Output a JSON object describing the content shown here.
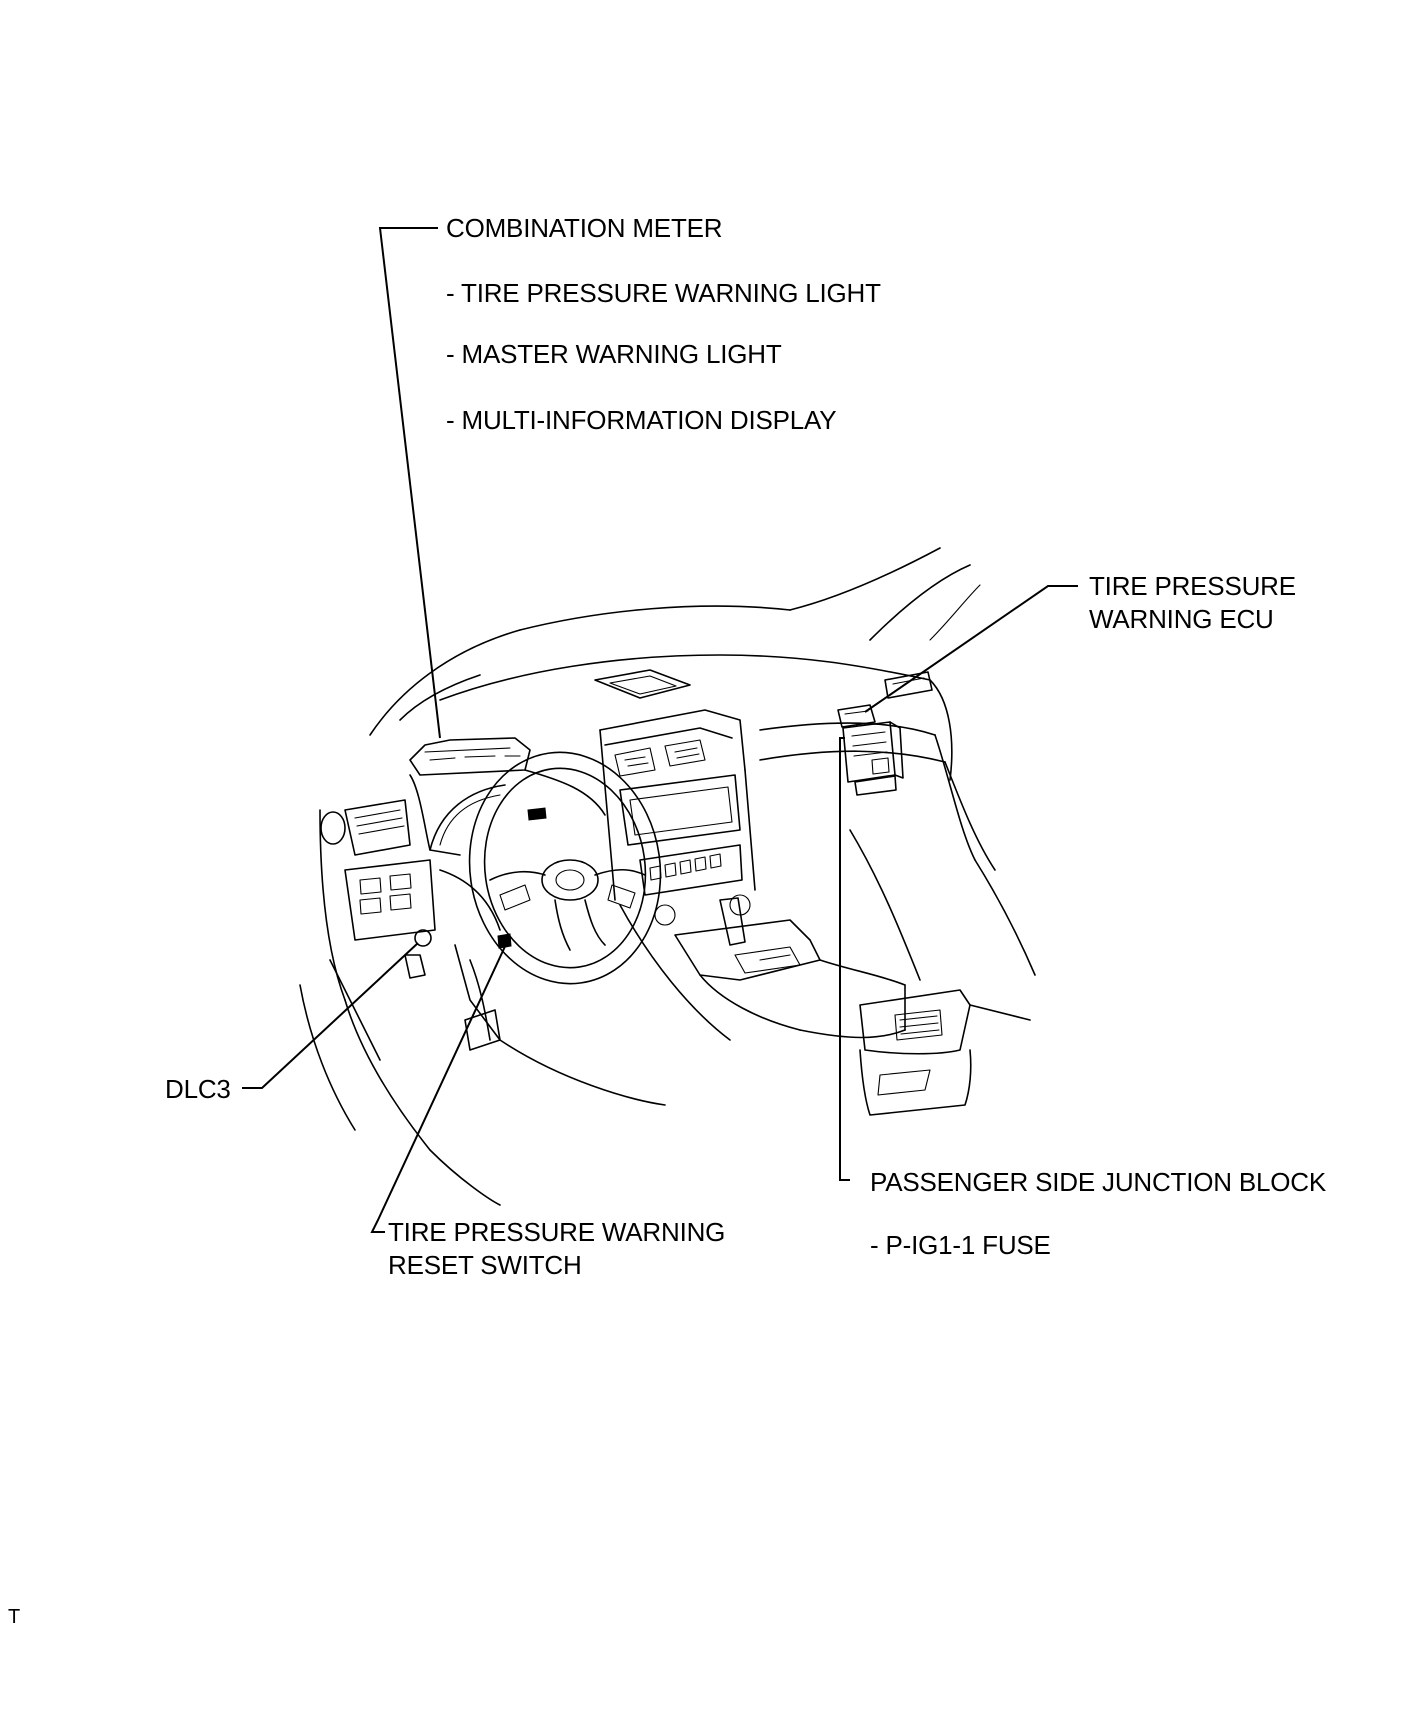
{
  "diagram": {
    "labels": {
      "combination_meter": "COMBINATION METER",
      "tire_pressure_warning_light": "- TIRE PRESSURE WARNING LIGHT",
      "master_warning_light": "- MASTER WARNING LIGHT",
      "multi_information_display": "- MULTI-INFORMATION DISPLAY",
      "ecu_line1": "TIRE PRESSURE",
      "ecu_line2": "WARNING ECU",
      "dlc3": "DLC3",
      "reset_switch_line1": "TIRE PRESSURE WARNING",
      "reset_switch_line2": "RESET SWITCH",
      "junction_block": "PASSENGER SIDE JUNCTION BLOCK",
      "fuse": "- P-IG1-1 FUSE"
    },
    "corner_mark": "T"
  }
}
